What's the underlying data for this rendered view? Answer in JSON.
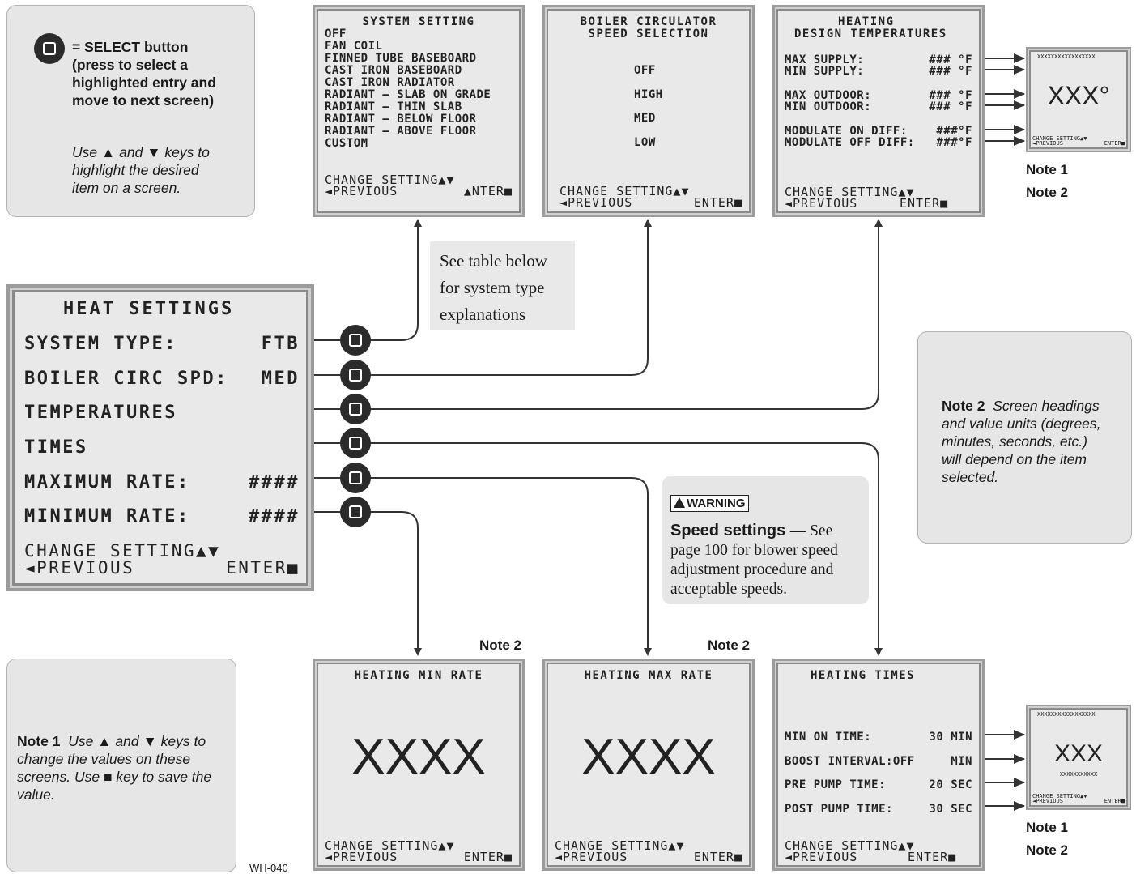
{
  "legend": {
    "select_text": "= SELECT button (press to select a highlighted entry and move to next screen)",
    "select_lines": [
      "= SELECT button",
      "(press to select a",
      "highlighted entry and",
      "move to next screen)"
    ],
    "keys_lines": [
      "Use ▲ and ▼ keys to",
      "highlight the desired",
      "item on a screen."
    ]
  },
  "main_screen": {
    "title": "HEAT SETTINGS",
    "rows": [
      {
        "label": "SYSTEM TYPE:",
        "value": "FTB"
      },
      {
        "label": "BOILER CIRC SPD:",
        "value": "MED"
      },
      {
        "label": "TEMPERATURES",
        "value": ""
      },
      {
        "label": "TIMES",
        "value": ""
      },
      {
        "label": "MAXIMUM RATE:",
        "value": "####"
      },
      {
        "label": "MINIMUM RATE:",
        "value": "####"
      }
    ],
    "change": "CHANGE SETTING▲▼",
    "previous": "◄PREVIOUS",
    "enter": "ENTER■"
  },
  "system_setting": {
    "title": "SYSTEM SETTING",
    "options": [
      "OFF",
      "FAN COIL",
      "FINNED TUBE BASEBOARD",
      "CAST IRON BASEBOARD",
      "CAST IRON RADIATOR",
      "RADIANT – SLAB ON GRADE",
      "RADIANT – THIN SLAB",
      "RADIANT – BELOW FLOOR",
      "RADIANT – ABOVE FLOOR",
      "CUSTOM"
    ],
    "change": "CHANGE SETTING▲▼",
    "previous": "◄PREVIOUS",
    "enter": "▲NTER■"
  },
  "boiler_speed": {
    "title_1": "BOILER CIRCULATOR",
    "title_2": "SPEED SELECTION",
    "options": [
      "OFF",
      "HIGH",
      "MED",
      "LOW"
    ],
    "change": "CHANGE SETTING▲▼",
    "previous": "◄PREVIOUS",
    "enter": "ENTER■"
  },
  "heating_design": {
    "title_1": "HEATING",
    "title_2": "DESIGN TEMPERATURES",
    "rows": [
      {
        "label": "MAX SUPPLY:",
        "value": "### °F"
      },
      {
        "label": "MIN SUPPLY:",
        "value": "### °F"
      },
      {
        "label": "MAX OUTDOOR:",
        "value": "### °F"
      },
      {
        "label": "MIN OUTDOOR:",
        "value": "### °F"
      },
      {
        "label": "MODULATE ON DIFF:",
        "value": "###°F"
      },
      {
        "label": "MODULATE OFF DIFF:",
        "value": "###°F"
      }
    ],
    "change": "CHANGE SETTING▲▼",
    "previous": "◄PREVIOUS",
    "enter": "ENTER■"
  },
  "small_temp_screen": {
    "header": "XXXXXXXXXXXXXXXXX",
    "value": "XXX°",
    "change": "CHANGE SETTING▲▼",
    "previous": "◄PREVIOUS",
    "enter": "ENTER■",
    "note1": "Note 1",
    "note2": "Note 2"
  },
  "table_note": {
    "lines": [
      "See table below",
      "for system type",
      "explanations"
    ]
  },
  "note2_box": {
    "label": "Note 2",
    "text": "Screen headings and value units (degrees, minutes, seconds, etc.) will depend on the item selected.",
    "lines": [
      "Screen headings",
      "and value units (degrees,",
      "minutes, seconds, etc.)",
      "will depend on the item",
      "selected."
    ]
  },
  "warning": {
    "badge": "WARNING",
    "heading": "Speed settings",
    "lines": [
      "— See",
      "page 100 for blower speed",
      "adjustment procedure and",
      "acceptable speeds."
    ]
  },
  "note1_box": {
    "label": "Note 1",
    "lines": [
      "Use ▲ and ▼ keys to",
      "change the values on these",
      "screens. Use ■ key to save the",
      "value."
    ]
  },
  "min_rate": {
    "note": "Note 2",
    "title": "HEATING MIN RATE",
    "value": "XXXX",
    "change": "CHANGE SETTING▲▼",
    "previous": "◄PREVIOUS",
    "enter": "ENTER■"
  },
  "max_rate": {
    "note": "Note 2",
    "title": "HEATING MAX RATE",
    "value": "XXXX",
    "change": "CHANGE SETTING▲▼",
    "previous": "◄PREVIOUS",
    "enter": "ENTER■"
  },
  "heating_times": {
    "title": "HEATING TIMES",
    "rows": [
      {
        "label": "MIN ON TIME:",
        "value": "30 MIN"
      },
      {
        "label": "BOOST INTERVAL:OFF",
        "value": "MIN"
      },
      {
        "label": "PRE PUMP TIME:",
        "value": "20 SEC"
      },
      {
        "label": "POST PUMP TIME:",
        "value": "30 SEC"
      }
    ],
    "change": "CHANGE SETTING▲▼",
    "previous": "◄PREVIOUS",
    "enter": "ENTER■"
  },
  "small_time_screen": {
    "header": "XXXXXXXXXXXXXXXXX",
    "value": "XXX",
    "sub": "XXXXXXXXXXX",
    "change": "CHANGE SETTING▲▼",
    "previous": "◄PREVIOUS",
    "enter": "ENTER■",
    "note1": "Note 1",
    "note2": "Note 2"
  },
  "figure_id": "WH-040"
}
